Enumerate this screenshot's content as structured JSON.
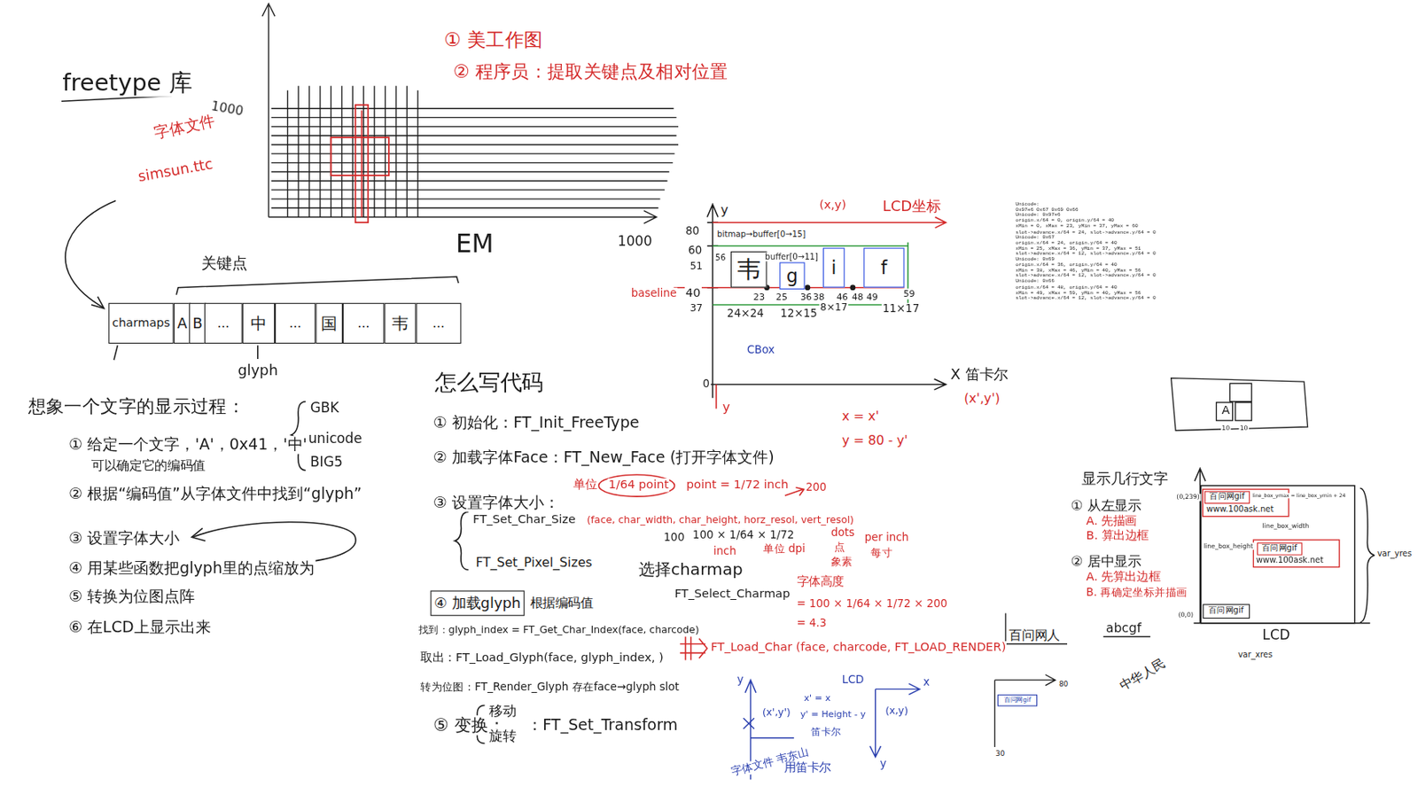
{
  "diagram": {
    "nodes": [
      {
        "text": [
          "charmaps"
        ]
      },
      {
        "text": [
          "A"
        ]
      },
      {
        "text": [
          "B"
        ]
      },
      {
        "text": [
          "..."
        ]
      },
      {
        "text": [
          "中"
        ]
      },
      {
        "text": [
          "..."
        ]
      },
      {
        "text": [
          "国"
        ]
      },
      {
        "text": [
          "..."
        ]
      },
      {
        "text": [
          "韦"
        ]
      },
      {
        "text": [
          "..."
        ]
      },
      {
        "text": [
          "④ 加载glyph"
        ]
      },
      {
        "text": [
          "韦"
        ]
      },
      {
        "text": [
          "g"
        ]
      },
      {
        "text": [
          "i"
        ]
      },
      {
        "text": [
          "f"
        ]
      },
      {
        "text": [
          "百问网gif"
        ]
      },
      {
        "text": [
          "百问网gif"
        ]
      },
      {
        "text": [
          "百问网gif"
        ]
      },
      {
        "text": [
          "百问网gif"
        ]
      }
    ],
    "labels": [
      "freetype 库",
      "字体文件",
      "simsun.ttc",
      "1000",
      "EM",
      "1000",
      "① 美工作图",
      "② 程序员：提取关键点及相对位置",
      "关键点",
      "glyph",
      "想象一个文字的显示过程：",
      "① 给定一个文字，'A'，0x41，'中'",
      "可以确定它的编码值",
      "GBK",
      "unicode",
      "BIG5",
      "② 根据“编码值”从字体文件中找到“glyph”",
      "③ 设置字体大小",
      "④ 用某些函数把glyph里的点缩放为",
      "⑤ 转换为位图点阵",
      "⑥ 在LCD上显示出来",
      "怎么写代码",
      "① 初始化：FT_Init_FreeType",
      "② 加载字体Face：FT_New_Face (打开字体文件)",
      "③ 设置字体大小：",
      "FT_Set_Char_Size",
      "(face, char_width, char_height, horz_resol, vert_resol)",
      "FT_Set_Pixel_Sizes",
      "单位",
      "1/64 point",
      "point = 1/72 inch",
      "200",
      "100",
      "100 × 1/64 × 1/72",
      "inch",
      "单位 dpi",
      "dots",
      "点",
      "象素",
      "per inch",
      "每寸",
      "选择charmap",
      "FT_Select_Charmap",
      "字体高度",
      "= 100 × 1/64 × 1/72 × 200",
      "= 4.3",
      "根据编码值",
      "找到：glyph_index = FT_Get_Char_Index(face, charcode)",
      "取出：FT_Load_Glyph(face, glyph_index, )",
      "转为位图：FT_Render_Glyph 存在face→glyph slot",
      "FT_Load_Char (face, charcode, FT_LOAD_RENDER)",
      "⑤ 变换：",
      "移动",
      "旋转",
      "：FT_Set_Transform",
      "y",
      "80",
      "60",
      "51",
      "40",
      "37",
      "0",
      "y",
      "bitmap→buffer[0→15]",
      "buffer[0→11]",
      "56",
      "baseline",
      "23",
      "25",
      "36",
      "38",
      "46",
      "48",
      "49",
      "59",
      "24×24",
      "12×15",
      "8×17",
      "11×17",
      "CBox",
      "(x,y)",
      "LCD坐标",
      "X 笛卡尔",
      "(x',y')",
      "x = x'",
      "y = 80 - y'",
      "A",
      "10",
      "10",
      "显示几行文字",
      "① 从左显示",
      "A. 先描画",
      "B. 算出边框",
      "② 居中显示",
      "A. 先算出边框",
      "B. 再确定坐标并描画",
      "(0,239)",
      "(0,0)",
      "www.100ask.net",
      "line_box_ymax = line_box_ymin + 24",
      "line_box_width",
      "line_box_height",
      "www.100ask.net",
      "LCD",
      "var_xres",
      "var_yres",
      "百问网人",
      "abcgf",
      "中华人民",
      "80",
      "30",
      "y",
      "x",
      "(x',y')",
      "x' = x",
      "y' = Height - y",
      "笛卡尔",
      "LCD",
      "(x,y)",
      "y",
      "字体文件 韦东山",
      "用笛卡尔",
      "Unicode:",
      "0x97e6 0x67 0x69 0x66",
      "Unicode: 0x97e6",
      "origin.x/64 = 0, origin.y/64 = 40",
      "xMin = 0, xMax = 23, yMin = 37, yMax = 60",
      "slot->advance.x/64 = 24, slot->advance.y/64 = 0",
      "Unicode: 0x67",
      "origin.x/64 = 24, origin.y/64 = 40",
      "xMin = 25, xMax = 36, yMin = 37, yMax = 51",
      "slot->advance.x/64 = 12, slot->advance.y/64 = 0",
      "Unicode: 0x69",
      "origin.x/64 = 36, origin.y/64 = 40",
      "xMin = 38, xMax = 46, yMin = 40, yMax = 56",
      "slot->advance.x/64 = 12, slot->advance.y/64 = 0",
      "Unicode: 0x66",
      "origin.x/64 = 48, origin.y/64 = 40",
      "xMin = 49, xMax = 59, yMin = 40, yMax = 56",
      "slot->advance.x/64 = 12, slot->advance.y/64 = 0"
    ]
  }
}
